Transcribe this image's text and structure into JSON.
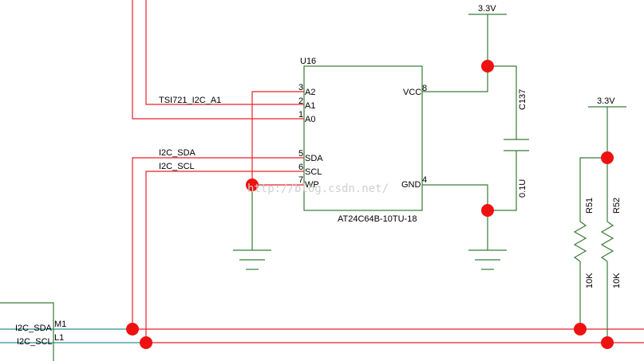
{
  "ic": {
    "ref": "U16",
    "part": "AT24C64B-10TU-18",
    "left_pins": [
      {
        "num": "3",
        "name": "A2"
      },
      {
        "num": "2",
        "name": "A1"
      },
      {
        "num": "1",
        "name": "A0"
      },
      {
        "num": "5",
        "name": "SDA"
      },
      {
        "num": "6",
        "name": "SCL"
      },
      {
        "num": "7",
        "name": "WP"
      }
    ],
    "right_pins": [
      {
        "num": "8",
        "name": "VCC"
      },
      {
        "num": "4",
        "name": "GND"
      }
    ]
  },
  "nets": {
    "a1": "TSI721_I2C_A1",
    "sda": "I2C_SDA",
    "scl": "I2C_SCL"
  },
  "power": {
    "vcc_top": "3.3V",
    "vcc_right": "3.3V"
  },
  "capacitor": {
    "ref": "C137",
    "value": "0.1U"
  },
  "resistors": [
    {
      "ref": "R51",
      "value": "10K"
    },
    {
      "ref": "R52",
      "value": "10K"
    }
  ],
  "connector": {
    "pins": [
      {
        "net": "I2C_SDA",
        "pin": "M1"
      },
      {
        "net": "I2C_SCL",
        "pin": "L1"
      }
    ]
  },
  "watermark": "http://blog.csdn.net/"
}
